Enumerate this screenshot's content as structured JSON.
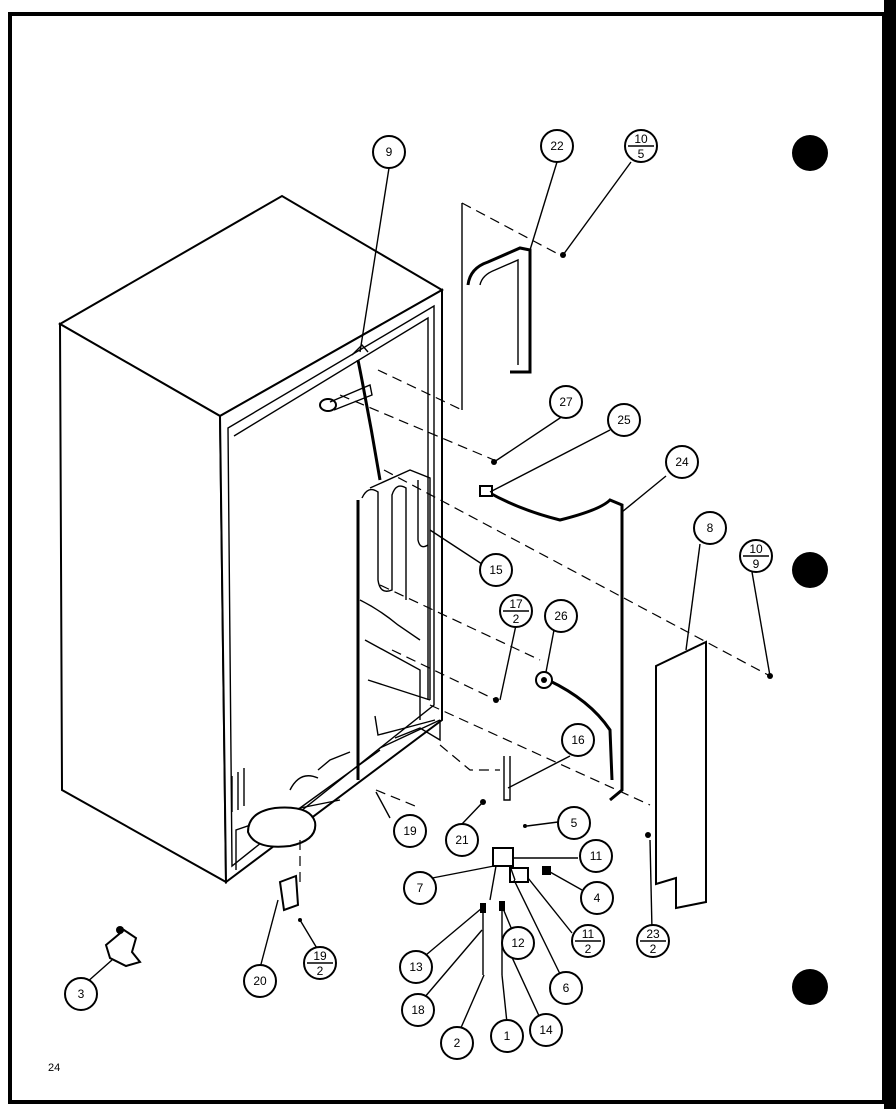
{
  "page_number": "24",
  "callouts": {
    "c1": "1",
    "c2": "2",
    "c3": "3",
    "c4": "4",
    "c5": "5",
    "c6": "6",
    "c7": "7",
    "c8": "8",
    "c9": "9",
    "c10_5_top": "10",
    "c10_5_bot": "5",
    "c10_9_top": "10",
    "c10_9_bot": "9",
    "c11": "11",
    "c11_2_top": "11",
    "c11_2_bot": "2",
    "c12": "12",
    "c13": "13",
    "c14": "14",
    "c15": "15",
    "c16": "16",
    "c17_2_top": "17",
    "c17_2_bot": "2",
    "c18": "18",
    "c19": "19",
    "c19_2_top": "19",
    "c19_2_bot": "2",
    "c20": "20",
    "c21": "21",
    "c22": "22",
    "c23_2_top": "23",
    "c23_2_bot": "2",
    "c24": "24",
    "c25": "25",
    "c26": "26",
    "c27": "27"
  }
}
